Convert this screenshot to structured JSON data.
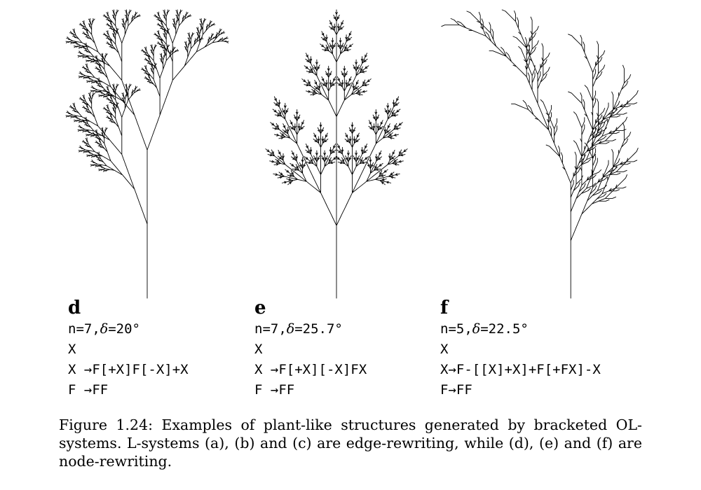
{
  "panels": [
    {
      "letter": "d",
      "params_prefix": "n=7,",
      "delta_symbol": "δ",
      "params_suffix": "=20°",
      "axiom": "X",
      "rule1": "X →F[+X]F[-X]+X",
      "rule2": "F →FF",
      "iterations": 7,
      "angle": 20,
      "productions": {
        "X": "F[+X]F[-X]+X",
        "F": "FF"
      }
    },
    {
      "letter": "e",
      "params_prefix": "n=7,",
      "delta_symbol": "δ",
      "params_suffix": "=25.7°",
      "axiom": "X",
      "rule1": "X →F[+X][-X]FX",
      "rule2": "F →FF",
      "iterations": 7,
      "angle": 25.7,
      "productions": {
        "X": "F[+X][-X]FX",
        "F": "FF"
      }
    },
    {
      "letter": "f",
      "params_prefix": "n=5,",
      "delta_symbol": "δ",
      "params_suffix": "=22.5°",
      "axiom": "X",
      "rule1": "X→F-[[X]+X]+F[+FX]-X",
      "rule2": "F→FF",
      "iterations": 5,
      "angle": 22.5,
      "productions": {
        "X": "F-[[X]+X]+F[+FX]-X",
        "F": "FF"
      }
    }
  ],
  "caption": "Figure 1.24: Examples of plant-like structures generated by bracketed OL-systems. L-systems (a), (b) and (c) are edge-rewriting, while (d), (e) and (f) are node-rewriting."
}
